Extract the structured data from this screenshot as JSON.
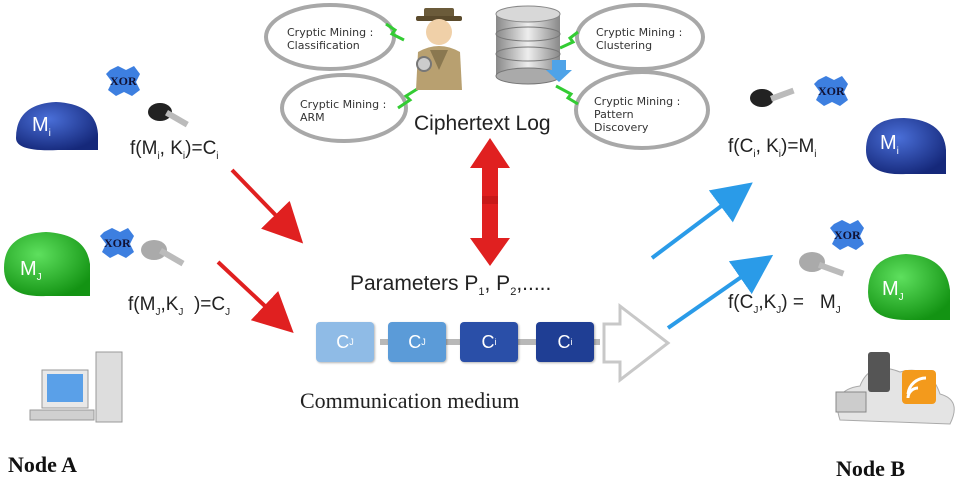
{
  "mining": {
    "classification": [
      "Cryptic Mining :",
      "Classification"
    ],
    "arm": [
      "Cryptic Mining :",
      "ARM"
    ],
    "clustering": [
      "Cryptic Mining :",
      "Clustering"
    ],
    "pattern": [
      "Cryptic Mining :",
      "Pattern",
      "Discovery"
    ]
  },
  "log_label": "Ciphertext Log",
  "parameters": {
    "text": "Parameters P",
    "sub1": "1",
    "mid": ", P",
    "sub2": "2",
    "tail": ",....."
  },
  "communication_label": "Communication medium",
  "node_a": {
    "label": "Node A",
    "msg_i": {
      "letter": "M",
      "sub": "i"
    },
    "msg_j": {
      "letter": "M",
      "sub": "J"
    },
    "formula_i": {
      "a": "f(M",
      "s1": "i",
      "b": ", K",
      "s2": "i",
      "c": ")=C",
      "s3": "i"
    },
    "formula_j": {
      "a": "f(M",
      "s1": "J",
      "b": ",K",
      "s2": "J",
      "c": ")=C",
      "s3": "J"
    }
  },
  "node_b": {
    "label": "Node B",
    "msg_i": {
      "letter": "M",
      "sub": "i"
    },
    "msg_j": {
      "letter": "M",
      "sub": "J"
    },
    "formula_i": {
      "a": "f(C",
      "s1": "i",
      "b": ", K",
      "s2": "i",
      "c": ")=M",
      "s3": "i"
    },
    "formula_j": {
      "a": "f(C",
      "s1": "J",
      "b": ",K",
      "s2": "J",
      "c": ") =",
      "d": "M",
      "s3": "J"
    }
  },
  "xor_label": "XOR",
  "packets": [
    {
      "letter": "C",
      "sub": "J",
      "color": "#8fbbe6"
    },
    {
      "letter": "C",
      "sub": "J",
      "color": "#5b9bd8"
    },
    {
      "letter": "C",
      "sub": "i",
      "color": "#2a4fa8"
    },
    {
      "letter": "C",
      "sub": "i",
      "color": "#1f3e94"
    }
  ],
  "colors": {
    "red_arrow": "#e02020",
    "blue_arrow": "#2a9be8",
    "bubble_blue": "#1e3a9c",
    "bubble_green": "#24b424",
    "xor_badge": "#3d7fe0",
    "ellipse_stroke": "#a8a8a8",
    "lightning": "#33cc33"
  },
  "icons": [
    "detective-icon",
    "database-icon",
    "key-icon",
    "computer-icon",
    "wireless-devices-icon"
  ]
}
